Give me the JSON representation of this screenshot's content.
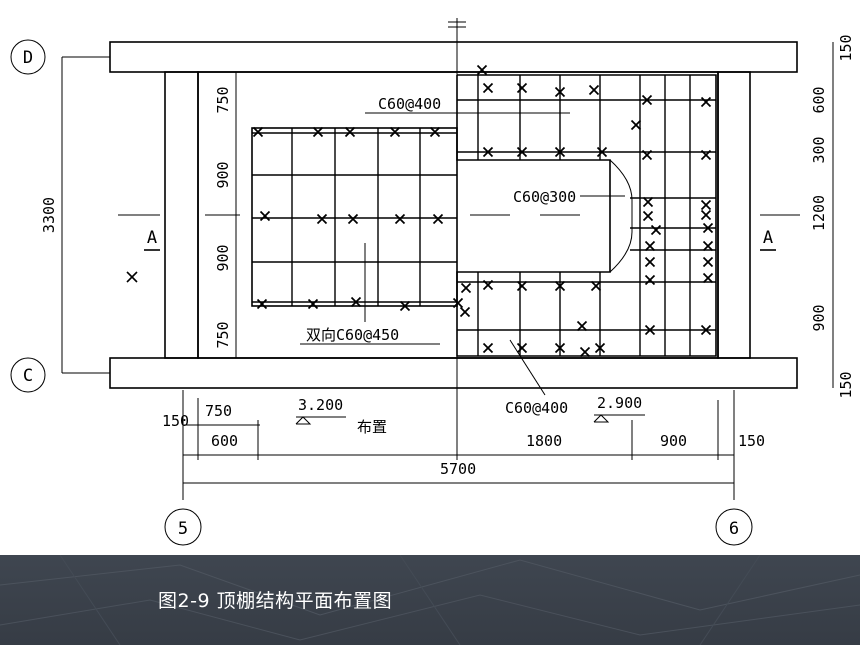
{
  "axes": {
    "top": "D",
    "bottom": "C",
    "left": "5",
    "right": "6"
  },
  "dims": {
    "left_total": "3300",
    "inner_left": [
      "750",
      "900",
      "900",
      "750"
    ],
    "right_side": [
      "150",
      "600",
      "300",
      "1200",
      "900",
      "150"
    ],
    "bottom_row1": [
      "150",
      "750",
      "600"
    ],
    "bottom_row2": [
      "1800",
      "900",
      "150"
    ],
    "overall": "5700"
  },
  "section_marks": {
    "left": "A",
    "right": "A"
  },
  "annotations": {
    "rebar_top": "C60@400",
    "rebar_mid": "C60@300",
    "rebar_bidir": "双向C60@450",
    "rebar_bottom": "C60@400",
    "elev_left": "3.200",
    "elev_right": "2.900",
    "layout_word": "布置"
  },
  "caption": "图2-9 顶棚结构平面布置图"
}
